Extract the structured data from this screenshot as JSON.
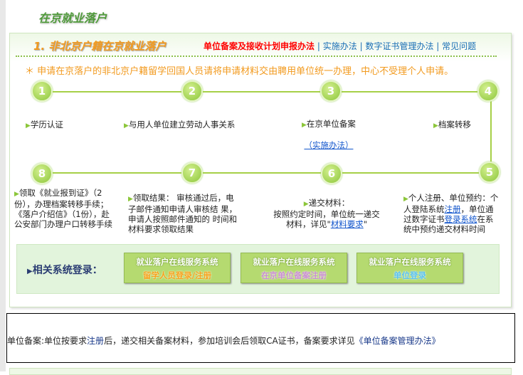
{
  "page_title": "在京就业落户",
  "section_title": "1. 非北京户籍在京就业落户",
  "nav_links": [
    {
      "label": "单位备案及接收计划申报办法"
    },
    {
      "label": "实施办法"
    },
    {
      "label": "数字证书管理办法"
    },
    {
      "label": "常见问题"
    }
  ],
  "separator": "|",
  "notice": "＊ 申请在京落户的非北京户籍留学回国人员请将申请材料交由聘用单位统一办理，中心不受理个人申请。",
  "steps": [
    {
      "num": "1",
      "text": "学历认证"
    },
    {
      "num": "2",
      "text": "与用人单位建立劳动人事关系"
    },
    {
      "num": "3",
      "text": "在京单位备案",
      "link": "（实施办法）"
    },
    {
      "num": "4",
      "text": "档案转移"
    },
    {
      "num": "5",
      "text_a": "个人注册、单位预约：个人登陆系统",
      "link1": "注册",
      "text_b": "，单位通过数字证书",
      "link2": "登录系统",
      "text_c": "在系统中预约递交材料时间"
    },
    {
      "num": "6",
      "title": "递交材料：",
      "text_a": "按照约定时间，单位统一递交材料，详见\"",
      "link": "材料要求",
      "text_b": "\""
    },
    {
      "num": "7",
      "text": "领取结果： 审核通过后，电子邮件通知申请人审核结 果，申请人按照邮件通知的 时间和材料要求领取结果"
    },
    {
      "num": "8",
      "text": "领取《就业报到证》（2份），办理档案转移手续；《落户介绍信》（1份），赴公安部门办理户口转移手续"
    }
  ],
  "login": {
    "label": "相关系统登录：",
    "buttons": [
      {
        "line1": "就业落户在线服务系统",
        "line2": "留学人员登录/注册",
        "color": "#f7a21b"
      },
      {
        "line1": "就业落户在线服务系统",
        "line2": "在京单位备案注册",
        "color": "#c98fd0"
      },
      {
        "line1": "就业落户在线服务系统",
        "line2": "单位登录",
        "color": "#5bc2ee"
      }
    ]
  },
  "footer_box": {
    "a": "单位备案:单位按要求",
    "link1": "注册",
    "b": "后，递交相关备案材料，参加培训会后领取CA证书，备案要求详见",
    "link2": "《单位备案管理办法》"
  }
}
